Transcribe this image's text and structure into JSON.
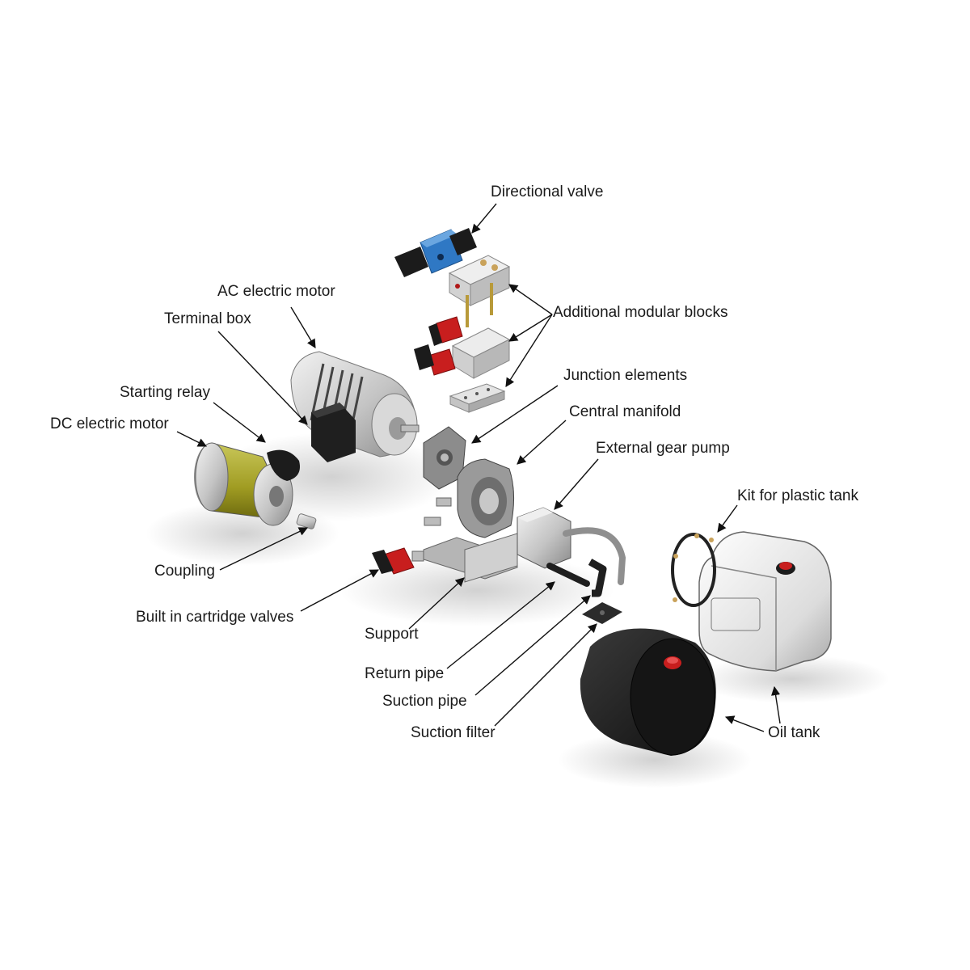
{
  "labels": {
    "directional_valve": "Directional valve",
    "ac_electric_motor": "AC electric motor",
    "terminal_box": "Terminal box",
    "additional_modular_blocks": "Additional modular blocks",
    "starting_relay": "Starting relay",
    "dc_electric_motor": "DC electric motor",
    "junction_elements": "Junction elements",
    "central_manifold": "Central manifold",
    "external_gear_pump": "External gear pump",
    "kit_for_plastic_tank": "Kit for plastic tank",
    "coupling": "Coupling",
    "built_in_cartridge_valves": "Built in cartridge valves",
    "support": "Support",
    "return_pipe": "Return pipe",
    "suction_pipe": "Suction pipe",
    "suction_filter": "Suction filter",
    "oil_tank": "Oil tank"
  },
  "colors": {
    "valve_blue": "#2f78c4",
    "valve_red": "#c81e1e",
    "dc_motor_yellow": "#a8a62a",
    "tank_black": "#1d1d1d",
    "metal_grey": "#c9c9c9",
    "dark_part": "#2a2a2a",
    "label_text": "#1a1a1a",
    "leader_line": "#111111"
  }
}
